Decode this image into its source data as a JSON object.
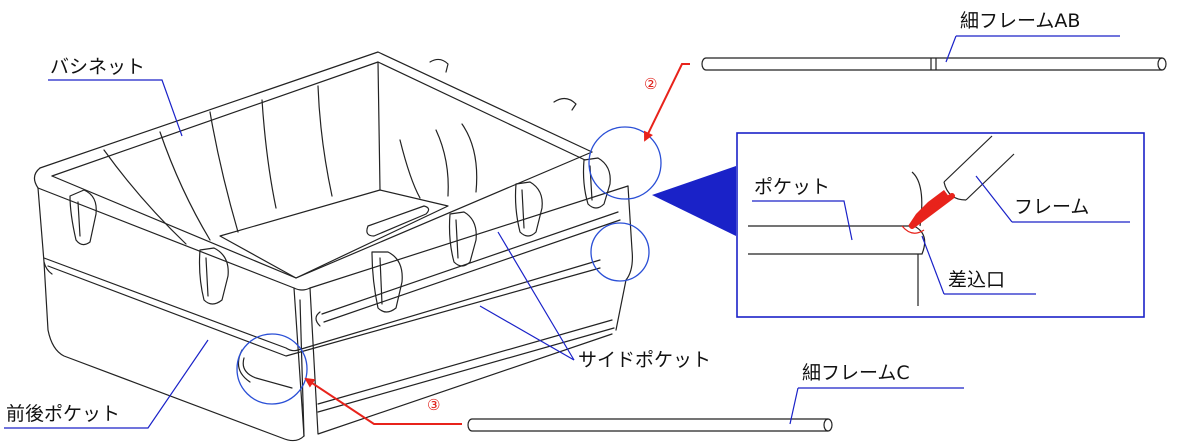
{
  "labels": {
    "bassinet": "バシネット",
    "thin_frame_ab": "細フレームAB",
    "pocket": "ポケット",
    "frame": "フレーム",
    "insertion_opening": "差込口",
    "side_pocket": "サイドポケット",
    "thin_frame_c": "細フレームC",
    "front_back_pocket": "前後ポケット"
  },
  "step_markers": {
    "two": "②",
    "three": "③"
  },
  "colors": {
    "leader_line": "#1a22c8",
    "callout_circle": "#2a4fd6",
    "arrow": "#e8231b",
    "step_marker": "#e0201a",
    "detail_box_border": "#1a22c8",
    "drawing_line": "#222222"
  }
}
